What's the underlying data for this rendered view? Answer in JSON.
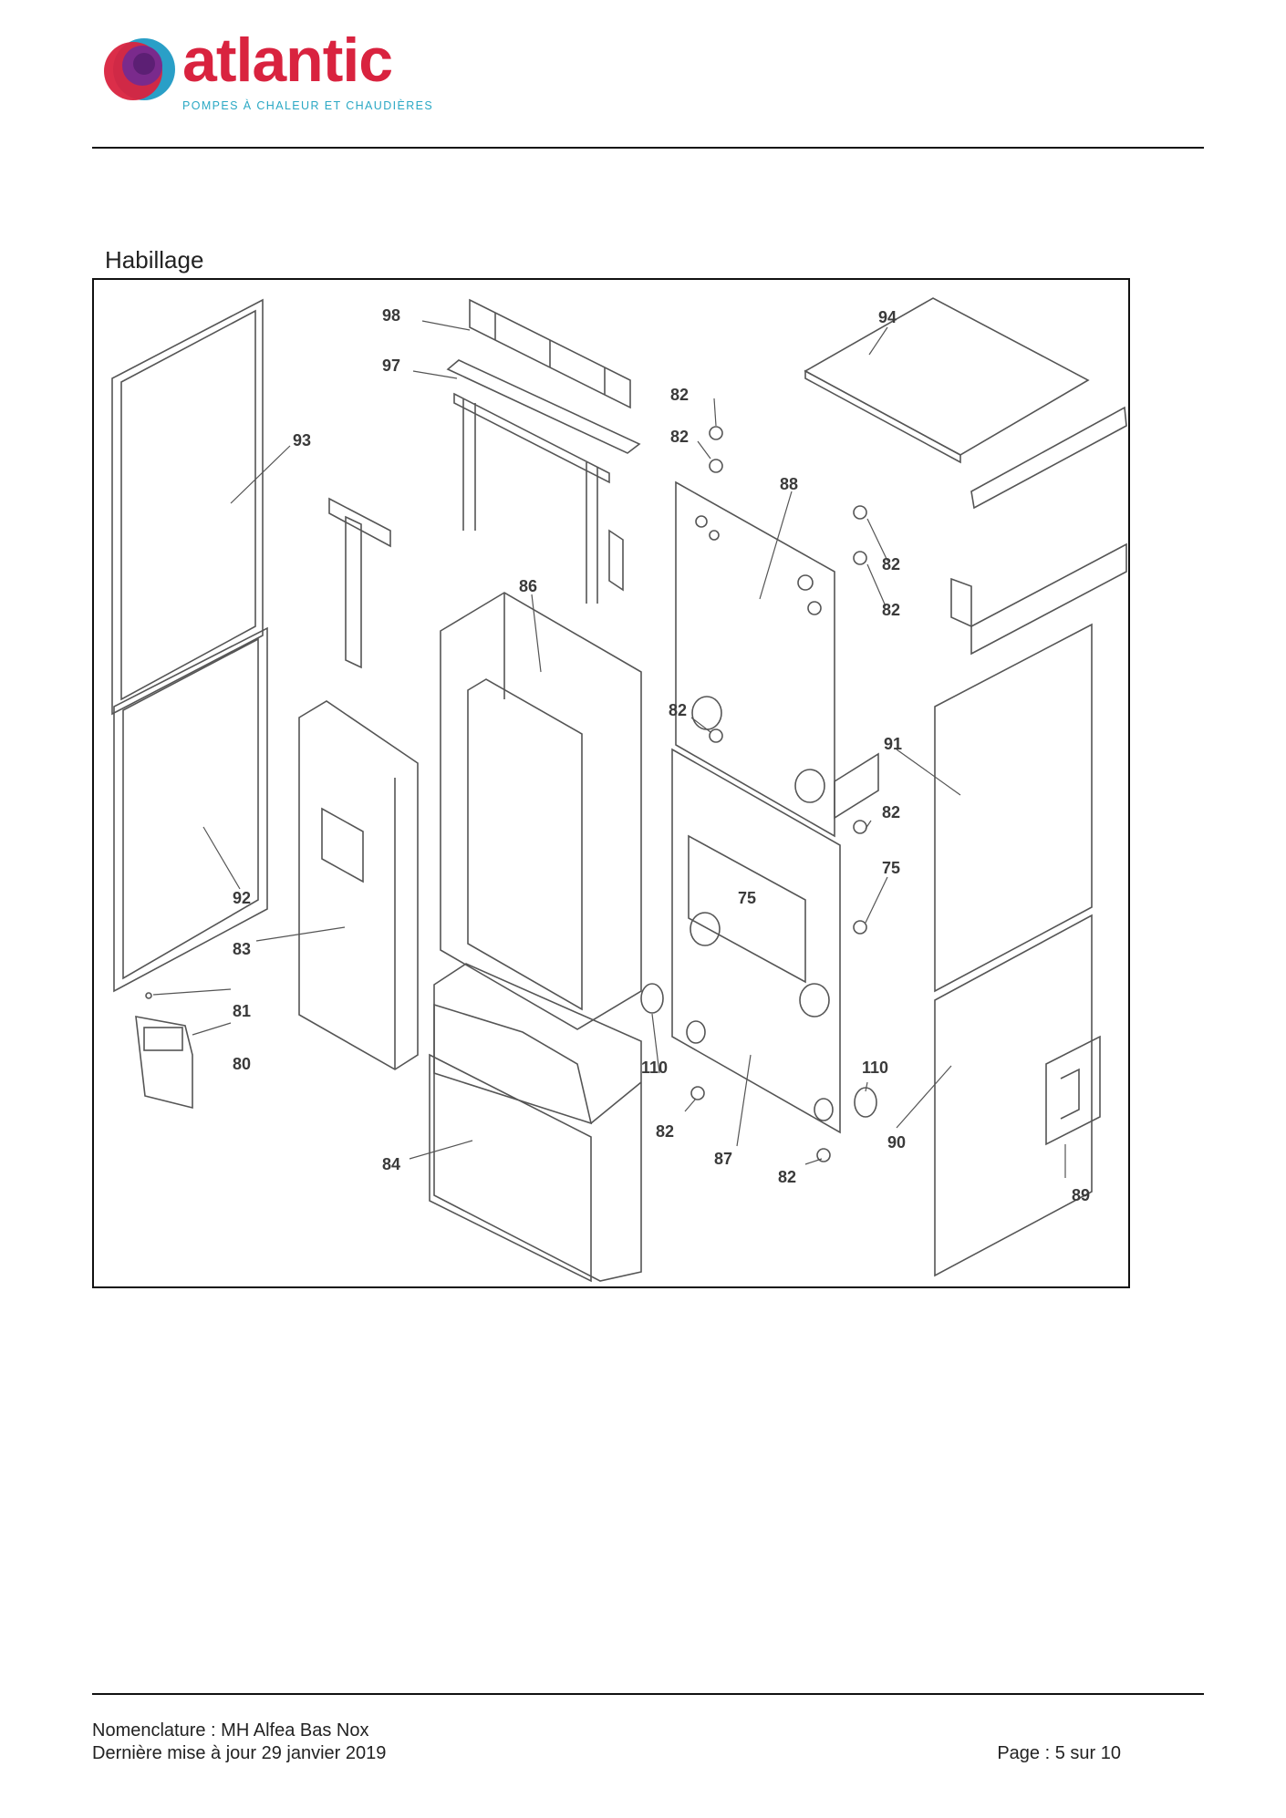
{
  "header": {
    "brand": "atlantic",
    "tagline": "POMPES À CHALEUR ET CHAUDIÈRES",
    "brand_color": "#d9233f",
    "tagline_color": "#2aa8c4"
  },
  "section": {
    "title": "Habillage"
  },
  "diagram": {
    "callouts": [
      "98",
      "97",
      "94",
      "93",
      "82",
      "82",
      "88",
      "82",
      "82",
      "86",
      "82",
      "91",
      "82",
      "75",
      "75",
      "92",
      "83",
      "81",
      "80",
      "84",
      "110",
      "110",
      "82",
      "87",
      "82",
      "90",
      "89"
    ]
  },
  "footer": {
    "line1": "Nomenclature : MH Alfea Bas Nox",
    "line2": "Dernière mise à jour 29 janvier 2019",
    "page": "Page : 5 sur 10"
  }
}
